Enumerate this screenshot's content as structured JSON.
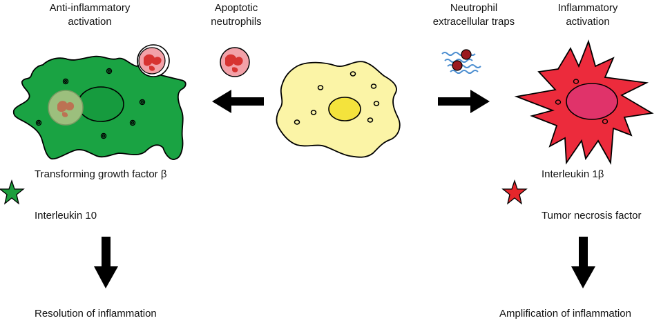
{
  "labels": {
    "anti_inflammatory": "Anti-inflammatory\nactivation",
    "apoptotic": "Apoptotic\nneutrophils",
    "nets": "Neutrophil\nextracellular traps",
    "inflammatory": "Inflammatory\nactivation"
  },
  "left_factors": {
    "tgf": "Transforming growth factor β",
    "il10": "Interleukin 10"
  },
  "right_factors": {
    "il1b": "Interleukin 1β",
    "tnf": "Tumor necrosis factor"
  },
  "outcomes": {
    "left": "Resolution of inflammation",
    "right": "Amplification of inflammation"
  },
  "colors": {
    "anti_cell": "#1aa343",
    "anti_nucleus": "#169b3e",
    "resting_cell": "#fbf4a6",
    "resting_nucleus": "#f4e33c",
    "inflam_cell": "#ec2b3c",
    "inflam_nucleus": "#e0336a",
    "neutrophil_body": "#f2a1a8",
    "neutrophil_nucleus": "#d73331",
    "net_strand": "#4c8ed0",
    "star_green": "#1c9e3c",
    "star_red": "#e5262b",
    "arrow": "#000000"
  }
}
